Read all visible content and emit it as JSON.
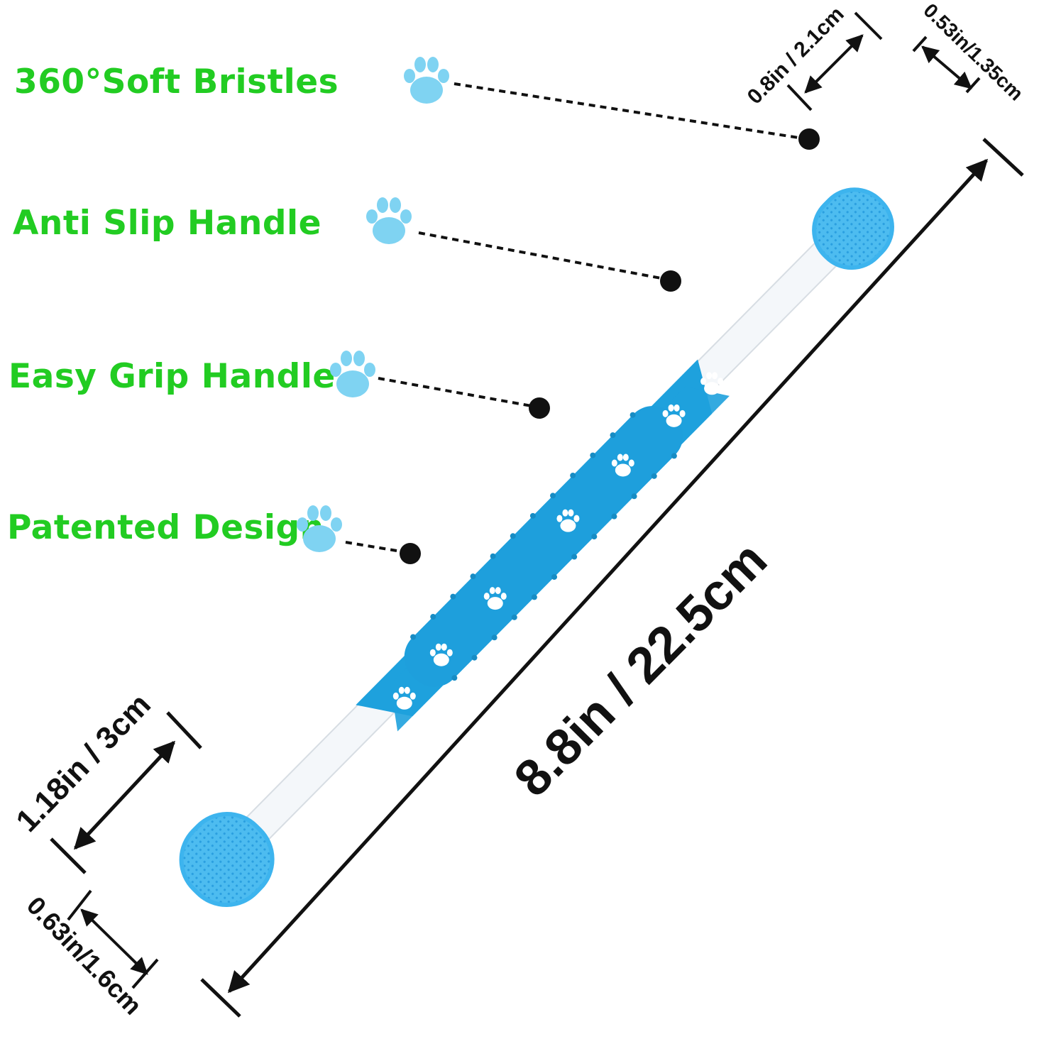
{
  "features": [
    {
      "label": "360°Soft Bristles"
    },
    {
      "label": "Anti Slip Handle"
    },
    {
      "label": "Easy Grip Handle"
    },
    {
      "label": "Patented Design"
    }
  ],
  "dimensions": {
    "total_length": "8.8in / 22.5cm",
    "top_head_length": "0.8in / 2.1cm",
    "top_head_width": "0.53in/1.35cm",
    "bottom_head_length": "1.18in / 3cm",
    "bottom_head_width": "0.63in/1.6cm"
  },
  "colors": {
    "label_green": "#22cc22",
    "paw_blue": "#7fd3f2",
    "handle_blue": "#1ea1dd",
    "bristle_blue": "#3db4ee",
    "dimension_line": "#111111"
  },
  "icons": [
    "paw-print-icon"
  ]
}
